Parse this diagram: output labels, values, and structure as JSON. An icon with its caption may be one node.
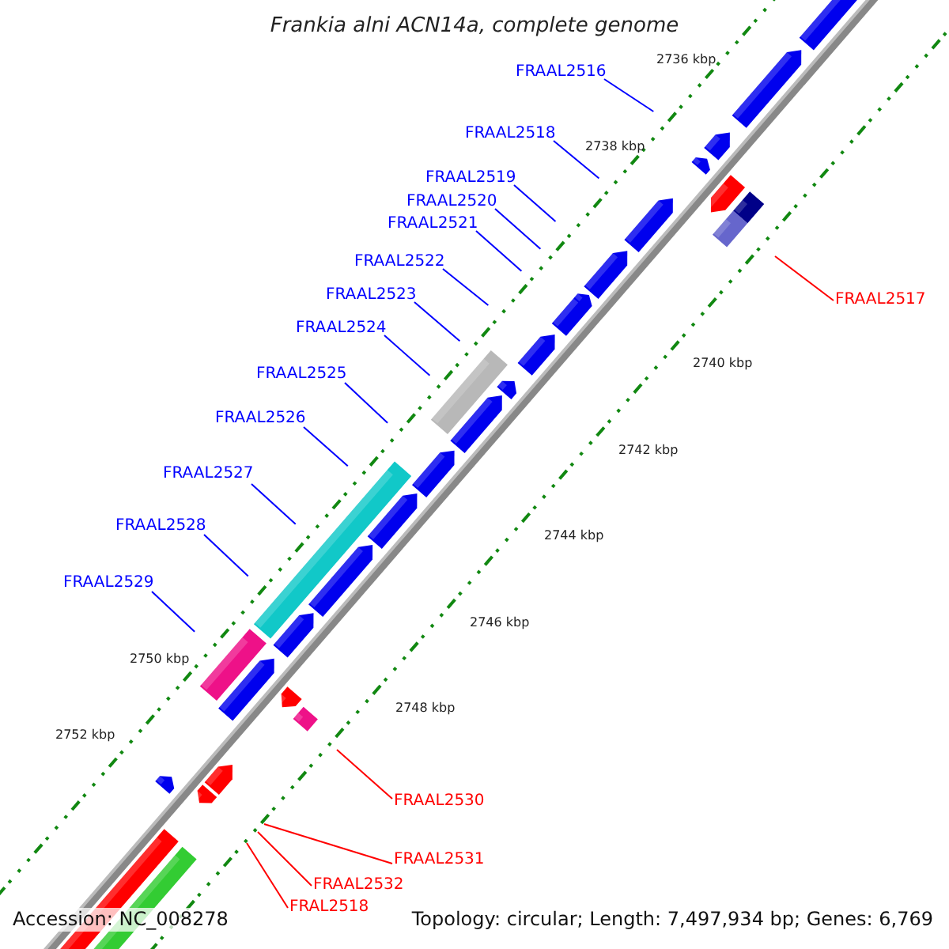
{
  "diagram": {
    "title": "Frankia alni ACN14a, complete genome",
    "nodes": [
      {
        "text": [
          "FRAAL2516"
        ]
      },
      {
        "text": [
          "FRAAL2518"
        ]
      },
      {
        "text": [
          "FRAAL2519"
        ]
      },
      {
        "text": [
          "FRAAL2520"
        ]
      },
      {
        "text": [
          "FRAAL2521"
        ]
      },
      {
        "text": [
          "FRAAL2522"
        ]
      },
      {
        "text": [
          "FRAAL2523"
        ]
      },
      {
        "text": [
          "FRAAL2517"
        ]
      },
      {
        "text": [
          "FRAAL2524"
        ]
      },
      {
        "text": [
          "FRAAL2525"
        ]
      },
      {
        "text": [
          "FRAAL2526"
        ]
      },
      {
        "text": [
          "FRAAL2527"
        ]
      },
      {
        "text": [
          "FRAAL2528"
        ]
      },
      {
        "text": [
          "FRAAL2529"
        ]
      },
      {
        "text": [
          "FRAAL2530"
        ]
      },
      {
        "text": [
          "FRAAL2531"
        ]
      },
      {
        "text": [
          "FRAAL2532"
        ]
      },
      {
        "text": [
          "FRAL2518"
        ]
      }
    ],
    "edges": [
      {
        "from": 0,
        "to": null,
        "arrow": "none"
      },
      {
        "from": 1,
        "to": null,
        "arrow": "none"
      },
      {
        "from": 2,
        "to": null,
        "arrow": "none"
      },
      {
        "from": 3,
        "to": null,
        "arrow": "none"
      },
      {
        "from": 4,
        "to": null,
        "arrow": "none"
      },
      {
        "from": 5,
        "to": null,
        "arrow": "none"
      },
      {
        "from": 6,
        "to": null,
        "arrow": "none"
      },
      {
        "from": 7,
        "to": null,
        "arrow": "none",
        "color": "#ff0000"
      },
      {
        "from": 8,
        "to": null,
        "arrow": "none"
      },
      {
        "from": 9,
        "to": null,
        "arrow": "none"
      },
      {
        "from": 10,
        "to": null,
        "arrow": "none"
      },
      {
        "from": 11,
        "to": null,
        "arrow": "none"
      },
      {
        "from": 12,
        "to": null,
        "arrow": "none"
      },
      {
        "from": 13,
        "to": null,
        "arrow": "none"
      },
      {
        "from": 14,
        "to": null,
        "arrow": "none",
        "color": "#ff0000"
      },
      {
        "from": 15,
        "to": null,
        "arrow": "none",
        "color": "#ff0000"
      },
      {
        "from": 16,
        "to": null,
        "arrow": "none",
        "color": "#ff0000"
      },
      {
        "from": 17,
        "to": null,
        "arrow": "none",
        "color": "#ff0000"
      }
    ],
    "labels": [
      "2736 kbp",
      "2738 kbp",
      "2740 kbp",
      "2742 kbp",
      "2744 kbp",
      "2746 kbp",
      "2748 kbp",
      "2750 kbp",
      "2752 kbp",
      "Accession: NC_008278",
      "Topology: circular; Length: 7,497,934 bp; Genes: 6,769"
    ]
  }
}
